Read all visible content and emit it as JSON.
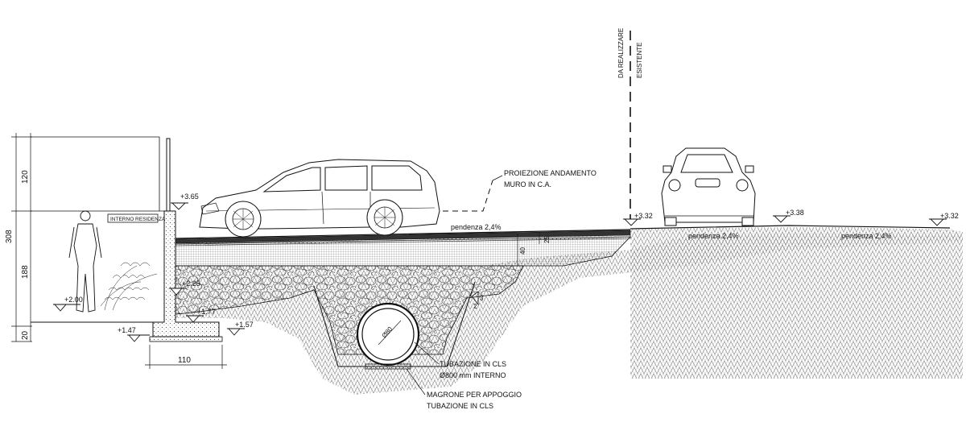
{
  "labels": {
    "da_realizzare": "DA REALIZZARE",
    "esistente": "ESISTENTE",
    "interno_residenza": "INTERNO RESIDENZA",
    "proiezione_line1": "PROIEZIONE ANDAMENTO",
    "proiezione_line2": "MURO IN C.A.",
    "pendenza_main": "pendenza 2,4%",
    "pendenza_mid": "pendenza 2,4%",
    "pendenza_right": "pendenza 2,4%",
    "tubazione_line1": "TUBAZIONE IN CLS",
    "tubazione_line2": "Ø800 mm INTERNO",
    "magrone_line1": "MAGRONE PER APPOGGIO",
    "magrone_line2": "TUBAZIONE IN CLS",
    "slope_ratio_top": "3",
    "slope_ratio_bottom": "2"
  },
  "elevations": {
    "e365": "+3.65",
    "e332_main": "+3.32",
    "e338": "+3.38",
    "e332_right": "+3.32",
    "e225": "+2.25",
    "e200": "+2.00",
    "e177": "+1.77",
    "e157": "+1.57",
    "e147": "+1.47"
  },
  "dimensions": {
    "d308": "308",
    "d120": "120",
    "d188": "188",
    "d20": "20",
    "d110": "110",
    "d40": "40",
    "d25": "25",
    "d80": "Ø80"
  },
  "colors": {
    "line": "#111111",
    "fill_hatch": "#555555",
    "asphalt": "#333333"
  }
}
